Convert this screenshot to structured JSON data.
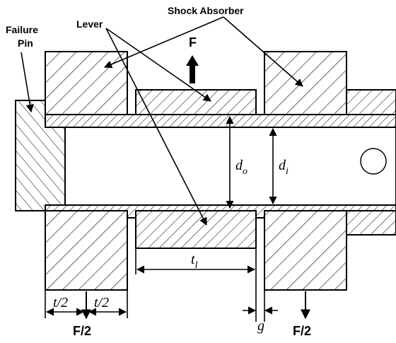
{
  "labels": {
    "shock_absorber": "Shock Absorber",
    "lever": "Lever",
    "failure": "Failure",
    "pin": "Pin",
    "force": "F",
    "d_outer": "d",
    "d_outer_sub": "o",
    "d_inner": "d",
    "d_inner_sub": "i",
    "t_lever": "t",
    "t_lever_sub": "l",
    "half_t_left": "t/2",
    "half_t_right": "t/2",
    "half_force_left": "F/2",
    "half_force_right": "F/2",
    "gap": "g"
  },
  "colors": {
    "line": "#000000",
    "background": "#ffffff"
  }
}
